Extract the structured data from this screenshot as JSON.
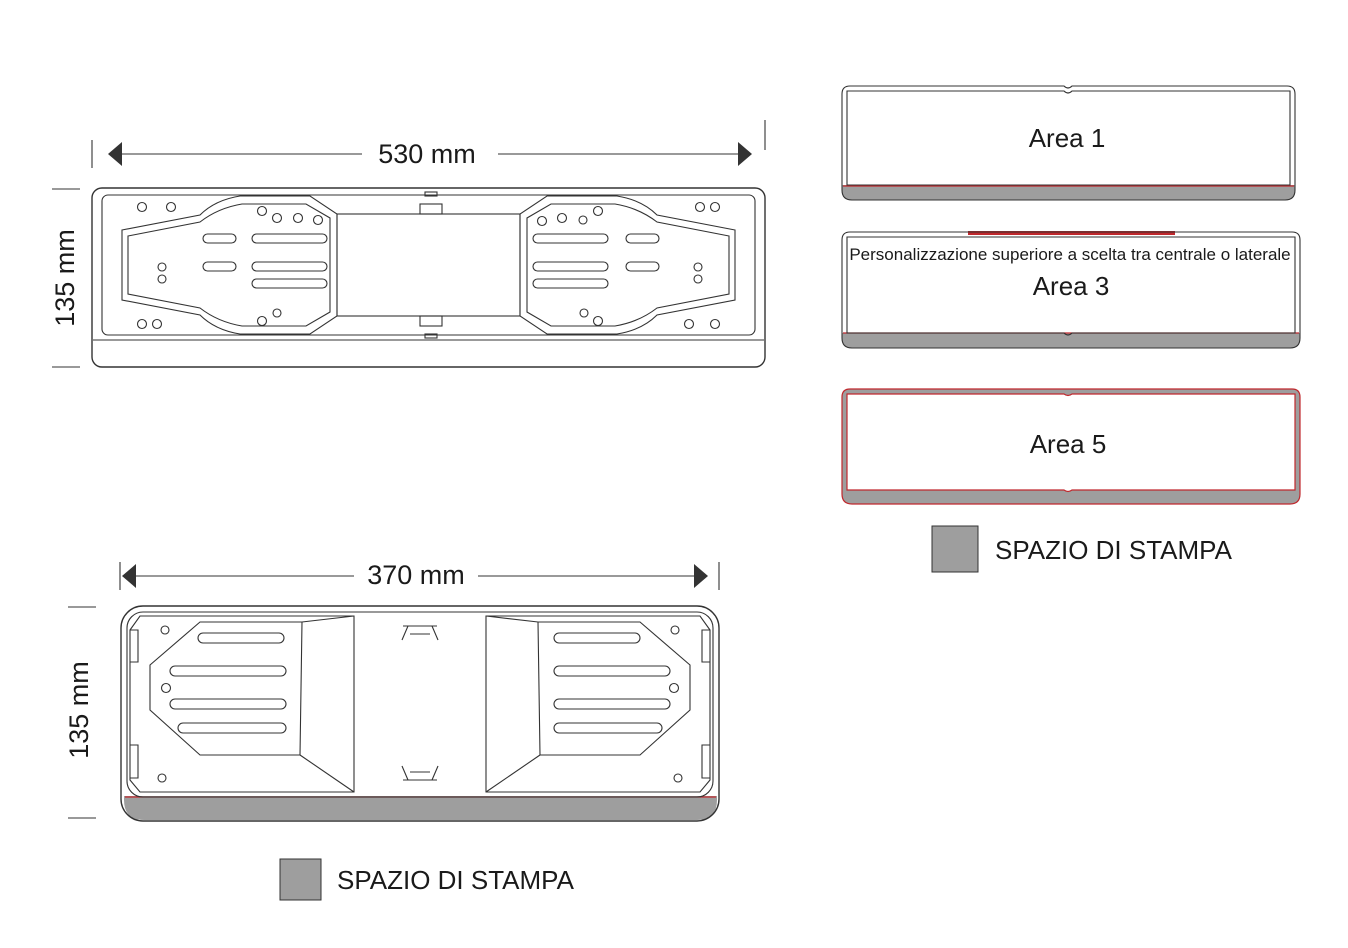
{
  "large_plate": {
    "width_label": "530 mm",
    "height_label": "135 mm"
  },
  "small_plate": {
    "width_label": "370 mm",
    "height_label": "135 mm",
    "legend_label": "SPAZIO DI STAMPA"
  },
  "areas": {
    "area1_label": "Area 1",
    "area3_label": "Area 3",
    "area3_note": "Personalizzazione superiore a scelta tra centrale o laterale",
    "area5_label": "Area 5",
    "legend_label": "SPAZIO DI STAMPA"
  },
  "colors": {
    "print_area": "#9e9e9e",
    "accent_red": "#c0282d",
    "outline": "#333333"
  }
}
